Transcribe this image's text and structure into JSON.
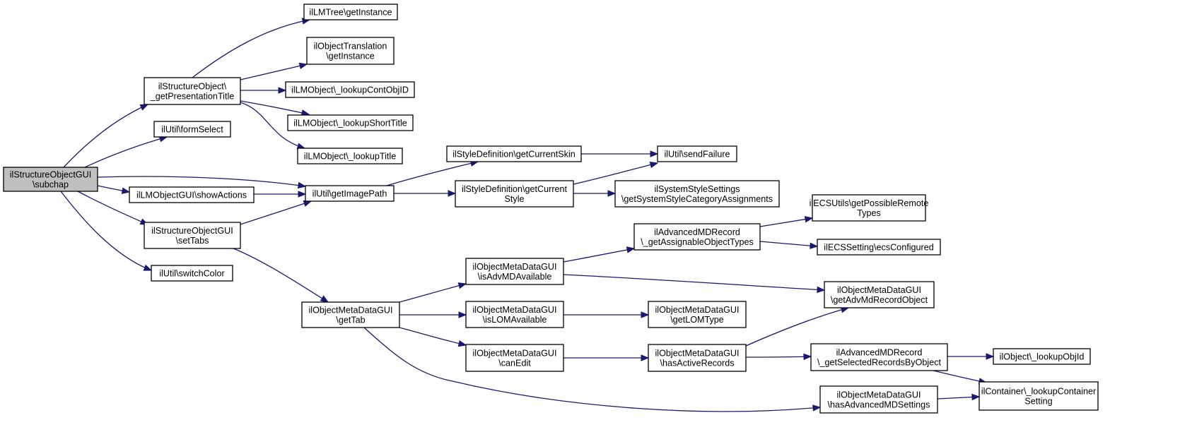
{
  "diagram": {
    "root_node_id": "n_root",
    "edge_color": "#191970",
    "root_fill": "#bfbfbf",
    "nodes": [
      {
        "id": "n_root",
        "lines": [
          "ilStructureObjectGUI",
          "\\subchap"
        ]
      },
      {
        "id": "n_lmtree",
        "lines": [
          "ilLMTree\\getInstance"
        ]
      },
      {
        "id": "n_objtrans",
        "lines": [
          "ilObjectTranslation",
          "\\getInstance"
        ]
      },
      {
        "id": "n_presentation",
        "lines": [
          "ilStructureObject\\",
          "_getPresentationTitle"
        ]
      },
      {
        "id": "n_contobj",
        "lines": [
          "ilLMObject\\_lookupContObjID"
        ]
      },
      {
        "id": "n_shorttitle",
        "lines": [
          "ilLMObject\\_lookupShortTitle"
        ]
      },
      {
        "id": "n_formselect",
        "lines": [
          "ilUtil\\formSelect"
        ]
      },
      {
        "id": "n_lookuptitle",
        "lines": [
          "ilLMObject\\_lookupTitle"
        ]
      },
      {
        "id": "n_currentskin",
        "lines": [
          "ilStyleDefinition\\getCurrentSkin"
        ]
      },
      {
        "id": "n_sendfailure",
        "lines": [
          "ilUtil\\sendFailure"
        ]
      },
      {
        "id": "n_imagepath",
        "lines": [
          "ilUtil\\getImagePath"
        ]
      },
      {
        "id": "n_showactions",
        "lines": [
          "ilLMObjectGUI\\showActions"
        ]
      },
      {
        "id": "n_currentstyle",
        "lines": [
          "ilStyleDefinition\\getCurrent",
          "Style"
        ]
      },
      {
        "id": "n_syscat",
        "lines": [
          "ilSystemStyleSettings",
          "\\getSystemStyleCategoryAssignments"
        ]
      },
      {
        "id": "n_remotetypes",
        "lines": [
          "ilECSUtils\\getPossibleRemote",
          "Types"
        ]
      },
      {
        "id": "n_settabs",
        "lines": [
          "ilStructureObjectGUI",
          "\\setTabs"
        ]
      },
      {
        "id": "n_assignable",
        "lines": [
          "ilAdvancedMDRecord",
          "\\_getAssignableObjectTypes"
        ]
      },
      {
        "id": "n_ecsconfigured",
        "lines": [
          "ilECSSetting\\ecsConfigured"
        ]
      },
      {
        "id": "n_switchcolor",
        "lines": [
          "ilUtil\\switchColor"
        ]
      },
      {
        "id": "n_isadvmd",
        "lines": [
          "ilObjectMetaDataGUI",
          "\\isAdvMDAvailable"
        ]
      },
      {
        "id": "n_getadvmd",
        "lines": [
          "ilObjectMetaDataGUI",
          "\\getAdvMdRecordObject"
        ]
      },
      {
        "id": "n_gettab",
        "lines": [
          "ilObjectMetaDataGUI",
          "\\getTab"
        ]
      },
      {
        "id": "n_islom",
        "lines": [
          "ilObjectMetaDataGUI",
          "\\isLOMAvailable"
        ]
      },
      {
        "id": "n_getlomtype",
        "lines": [
          "ilObjectMetaDataGUI",
          "\\getLOMType"
        ]
      },
      {
        "id": "n_canedit",
        "lines": [
          "ilObjectMetaDataGUI",
          "\\canEdit"
        ]
      },
      {
        "id": "n_hasactive",
        "lines": [
          "ilObjectMetaDataGUI",
          "\\hasActiveRecords"
        ]
      },
      {
        "id": "n_selected",
        "lines": [
          "ilAdvancedMDRecord",
          "\\_getSelectedRecordsByObject"
        ]
      },
      {
        "id": "n_lookupobjid",
        "lines": [
          "ilObject\\_lookupObjId"
        ]
      },
      {
        "id": "n_hasadvsettings",
        "lines": [
          "ilObjectMetaDataGUI",
          "\\hasAdvancedMDSettings"
        ]
      },
      {
        "id": "n_container",
        "lines": [
          "ilContainer\\_lookupContainer",
          "Setting"
        ]
      }
    ],
    "edges": [
      [
        "n_root",
        "n_presentation"
      ],
      [
        "n_root",
        "n_formselect"
      ],
      [
        "n_root",
        "n_imagepath"
      ],
      [
        "n_root",
        "n_showactions"
      ],
      [
        "n_root",
        "n_settabs"
      ],
      [
        "n_root",
        "n_switchcolor"
      ],
      [
        "n_presentation",
        "n_lmtree"
      ],
      [
        "n_presentation",
        "n_objtrans"
      ],
      [
        "n_presentation",
        "n_contobj"
      ],
      [
        "n_presentation",
        "n_shorttitle"
      ],
      [
        "n_presentation",
        "n_lookuptitle"
      ],
      [
        "n_showactions",
        "n_imagepath"
      ],
      [
        "n_settabs",
        "n_imagepath"
      ],
      [
        "n_settabs",
        "n_gettab"
      ],
      [
        "n_imagepath",
        "n_currentskin"
      ],
      [
        "n_imagepath",
        "n_currentstyle"
      ],
      [
        "n_currentskin",
        "n_sendfailure"
      ],
      [
        "n_currentstyle",
        "n_sendfailure"
      ],
      [
        "n_currentstyle",
        "n_syscat"
      ],
      [
        "n_gettab",
        "n_isadvmd"
      ],
      [
        "n_gettab",
        "n_islom"
      ],
      [
        "n_gettab",
        "n_canedit"
      ],
      [
        "n_gettab",
        "n_hasadvsettings"
      ],
      [
        "n_isadvmd",
        "n_assignable"
      ],
      [
        "n_isadvmd",
        "n_getadvmd"
      ],
      [
        "n_assignable",
        "n_remotetypes"
      ],
      [
        "n_assignable",
        "n_ecsconfigured"
      ],
      [
        "n_islom",
        "n_getlomtype"
      ],
      [
        "n_canedit",
        "n_hasactive"
      ],
      [
        "n_hasactive",
        "n_getadvmd"
      ],
      [
        "n_hasactive",
        "n_selected"
      ],
      [
        "n_selected",
        "n_lookupobjid"
      ],
      [
        "n_selected",
        "n_container"
      ],
      [
        "n_hasadvsettings",
        "n_container"
      ]
    ]
  }
}
